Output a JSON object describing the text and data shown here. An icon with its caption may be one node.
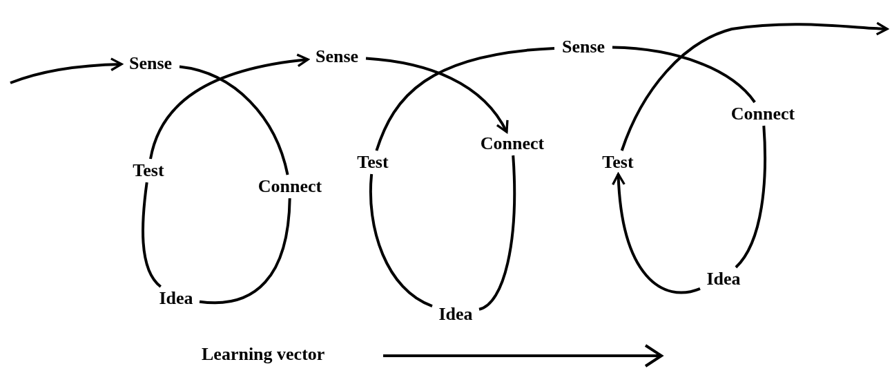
{
  "diagram": {
    "nodes": [
      {
        "text": [
          "Sense"
        ]
      },
      {
        "text": [
          "Connect"
        ]
      },
      {
        "text": [
          "Idea"
        ]
      },
      {
        "text": [
          "Test"
        ]
      },
      {
        "text": [
          "Sense"
        ]
      },
      {
        "text": [
          "Connect"
        ]
      },
      {
        "text": [
          "Idea"
        ]
      },
      {
        "text": [
          "Test"
        ]
      },
      {
        "text": [
          "Sense"
        ]
      },
      {
        "text": [
          "Connect"
        ]
      },
      {
        "text": [
          "Idea"
        ]
      },
      {
        "text": [
          "Test"
        ]
      }
    ],
    "edges": [
      {
        "from": null,
        "to": 0,
        "arrow": "to"
      },
      {
        "from": 0,
        "to": 1,
        "arrow": "none"
      },
      {
        "from": 1,
        "to": 2,
        "arrow": "none"
      },
      {
        "from": 2,
        "to": 3,
        "arrow": "none"
      },
      {
        "from": 3,
        "to": 4,
        "arrow": "to"
      },
      {
        "from": 4,
        "to": 5,
        "arrow": "to"
      },
      {
        "from": 5,
        "to": 6,
        "arrow": "none"
      },
      {
        "from": 6,
        "to": 7,
        "arrow": "none"
      },
      {
        "from": 7,
        "to": 8,
        "arrow": "none"
      },
      {
        "from": 8,
        "to": 9,
        "arrow": "none"
      },
      {
        "from": 9,
        "to": 10,
        "arrow": "none"
      },
      {
        "from": 10,
        "to": 11,
        "arrow": "to"
      },
      {
        "from": 11,
        "to": null,
        "arrow": "to"
      }
    ],
    "labels": [
      "Learning vector"
    ]
  }
}
